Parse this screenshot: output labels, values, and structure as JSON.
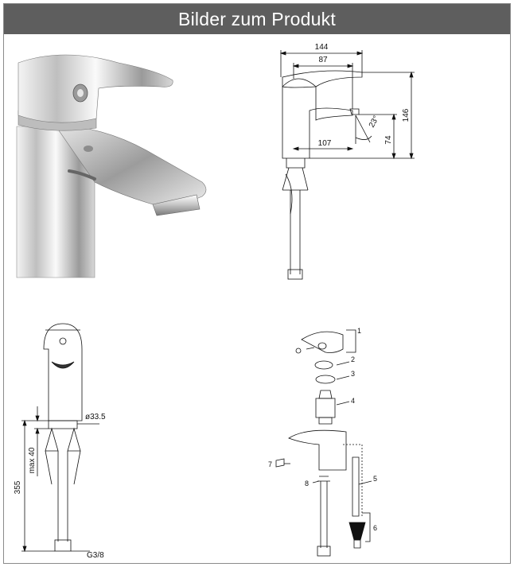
{
  "header": {
    "title": "Bilder zum Produkt"
  },
  "dimensions_side": {
    "overall_width": "144",
    "spout_width": "87",
    "spout_reach": "107",
    "angle": "23°",
    "spout_height": "74",
    "total_height": "146"
  },
  "dimensions_front": {
    "diameter": "ø33.5",
    "max_label": "max 40",
    "hose_length": "355",
    "thread": "G3/8"
  },
  "exploded_parts": [
    "1",
    "2",
    "3",
    "4",
    "5",
    "6",
    "7",
    "8"
  ]
}
